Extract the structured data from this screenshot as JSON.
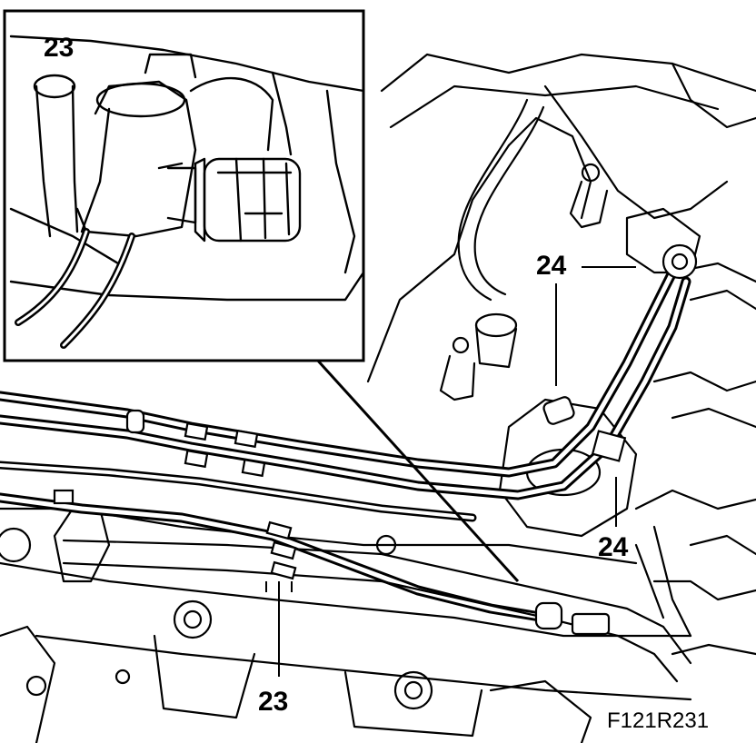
{
  "figure": {
    "callouts": {
      "inset_23": "23",
      "top_24": "24",
      "right_24": "24",
      "bottom_23": "23"
    },
    "figure_code": "F121R231"
  },
  "colors": {
    "line": "#000000",
    "background": "#ffffff"
  }
}
